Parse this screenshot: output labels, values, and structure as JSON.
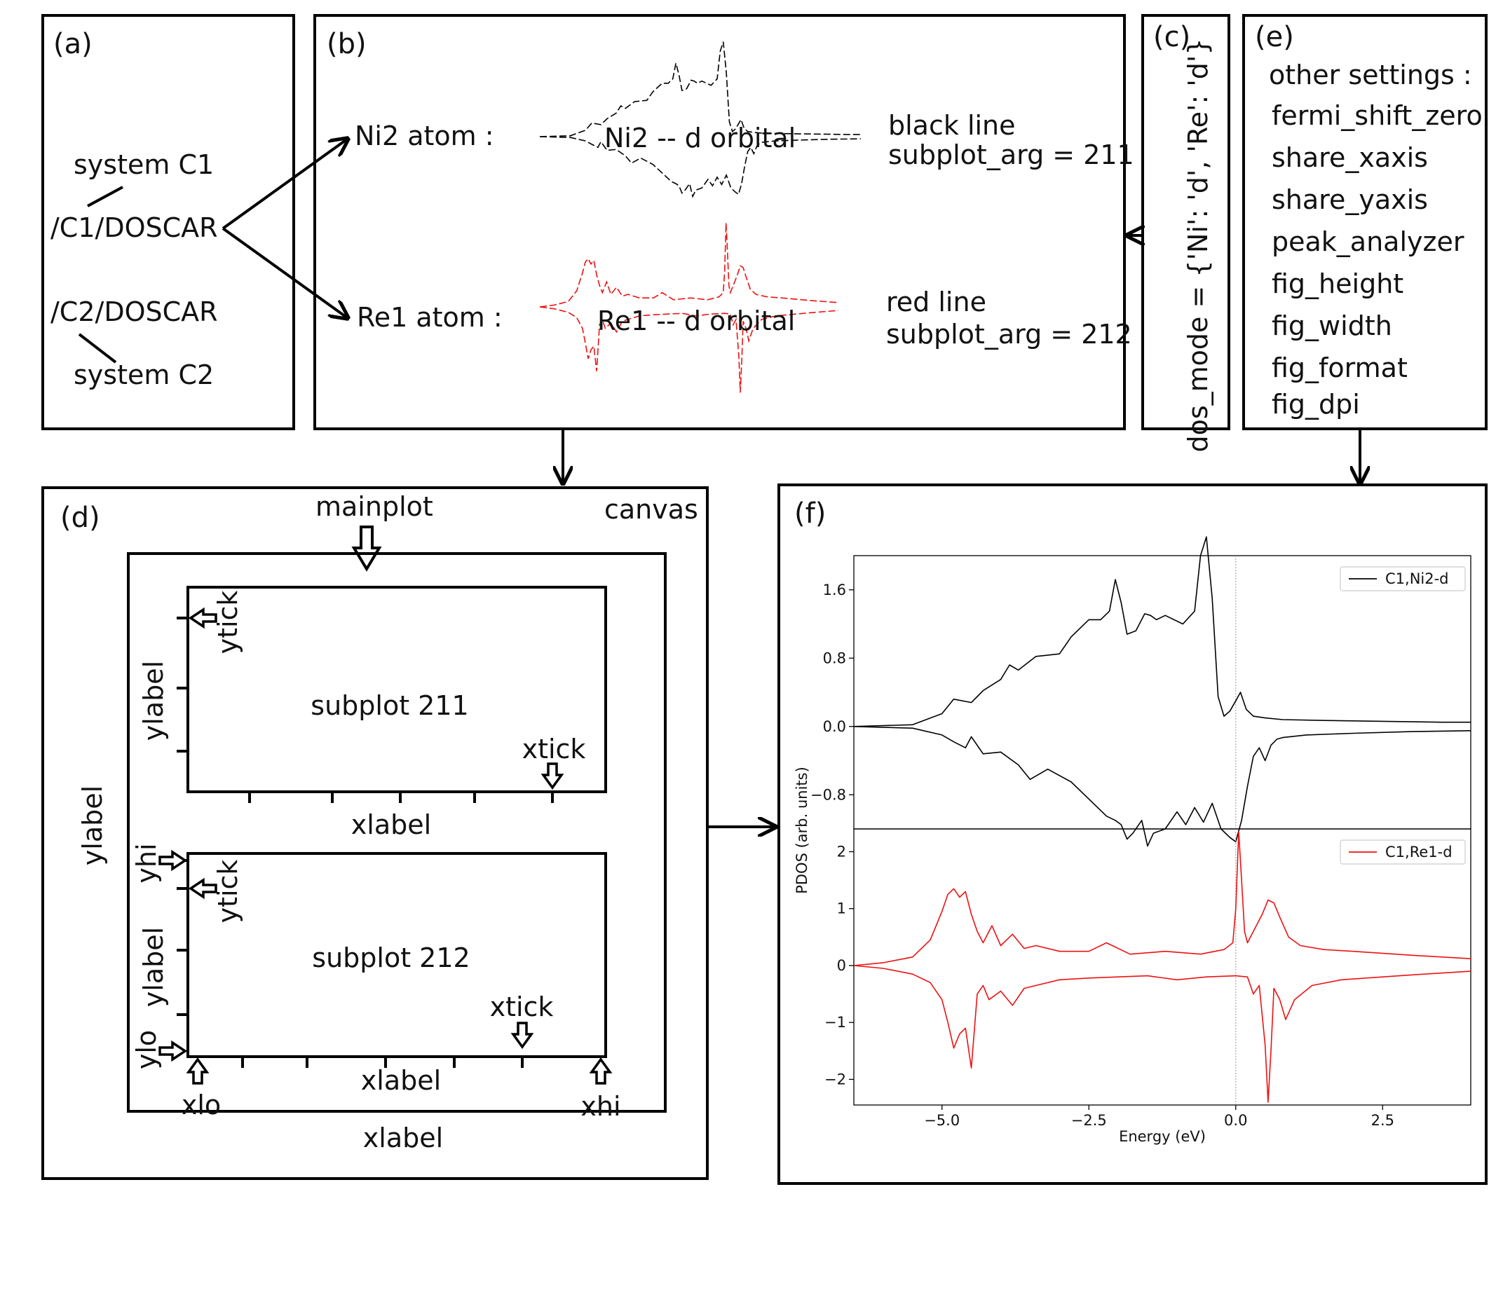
{
  "panels": {
    "a": {
      "label": "(a)",
      "system1": "system C1",
      "path1": "/C1/DOSCAR",
      "path2": "/C2/DOSCAR",
      "system2": "system C2"
    },
    "b": {
      "label": "(b)",
      "atom1": "Ni2 atom :",
      "atom1_orbital": "Ni2 -- d orbital",
      "atom1_line": "black line",
      "atom1_subplot": "subplot_arg  =  211",
      "atom2": "Re1 atom :",
      "atom2_orbital": "Re1 -- d orbital",
      "atom2_line": "red line",
      "atom2_subplot": "subplot_arg  =  212"
    },
    "c": {
      "label": "(c)",
      "dos_mode": "dos_mode = {'Ni': 'd', 'Re': 'd'}"
    },
    "d": {
      "label": "(d)",
      "mainplot": "mainplot",
      "canvas": "canvas",
      "outer_ylabel": "ylabel",
      "outer_xlabel": "xlabel",
      "sub1": {
        "title": "subplot 211",
        "ylabel": "ylabel",
        "ytick": "ytick",
        "xtick": "xtick",
        "xlabel": "xlabel"
      },
      "sub2": {
        "title": "subplot 212",
        "ylabel": "ylabel",
        "ytick": "ytick",
        "xtick": "xtick",
        "xlabel": "xlabel",
        "yhi": "yhi",
        "ylo": "ylo",
        "xlo": "xlo",
        "xhi": "xhi"
      }
    },
    "e": {
      "label": "(e)",
      "heading": "other settings :",
      "items": [
        "fermi_shift_zero",
        "share_xaxis",
        "share_yaxis",
        "peak_analyzer",
        "fig_height",
        "fig_width",
        "fig_format",
        "fig_dpi"
      ]
    },
    "f": {
      "label": "(f)"
    }
  },
  "chart_data": {
    "type": "line",
    "xlabel": "Energy (eV)",
    "ylabel": "PDOS (arb. units)",
    "xlim": [
      -6.5,
      4.0
    ],
    "xticks": [
      "−5.0",
      "−2.5",
      "0.0",
      "2.5"
    ],
    "xtick_values": [
      -5.0,
      -2.5,
      0.0,
      2.5
    ],
    "fermi_line_x": 0.0,
    "subplots": [
      {
        "ylim": [
          -1.2,
          2.0
        ],
        "yticks": [
          "1.6",
          "0.8",
          "0.0",
          "−0.8"
        ],
        "ytick_values": [
          1.6,
          0.8,
          0.0,
          -0.8
        ],
        "color": "#000000",
        "legend": "C1,Ni2-d",
        "legend_loc": "top-right",
        "series_up": {
          "x": [
            -6.5,
            -5.5,
            -5.0,
            -4.8,
            -4.5,
            -4.3,
            -4.0,
            -3.85,
            -3.7,
            -3.4,
            -3.0,
            -2.8,
            -2.5,
            -2.3,
            -2.15,
            -2.05,
            -1.95,
            -1.85,
            -1.7,
            -1.55,
            -1.45,
            -1.35,
            -1.2,
            -0.9,
            -0.7,
            -0.6,
            -0.5,
            -0.4,
            -0.3,
            -0.2,
            -0.1,
            0.0,
            0.08,
            0.18,
            0.3,
            0.5,
            0.8,
            1.5,
            2.5,
            3.5,
            4.0
          ],
          "y": [
            0.0,
            0.02,
            0.15,
            0.32,
            0.28,
            0.42,
            0.55,
            0.72,
            0.66,
            0.82,
            0.85,
            1.05,
            1.25,
            1.25,
            1.35,
            1.72,
            1.45,
            1.08,
            1.12,
            1.32,
            1.3,
            1.25,
            1.3,
            1.2,
            1.35,
            2.0,
            2.22,
            1.5,
            0.35,
            0.12,
            0.18,
            0.3,
            0.4,
            0.2,
            0.12,
            0.1,
            0.08,
            0.07,
            0.06,
            0.05,
            0.05
          ]
        },
        "series_down": {
          "x": [
            -6.5,
            -5.5,
            -5.0,
            -4.8,
            -4.6,
            -4.5,
            -4.3,
            -4.0,
            -3.7,
            -3.5,
            -3.2,
            -2.8,
            -2.5,
            -2.2,
            -2.05,
            -1.95,
            -1.85,
            -1.75,
            -1.6,
            -1.5,
            -1.4,
            -1.2,
            -1.0,
            -0.85,
            -0.7,
            -0.55,
            -0.4,
            -0.25,
            -0.1,
            0.0,
            0.1,
            0.2,
            0.3,
            0.4,
            0.5,
            0.6,
            0.7,
            0.8,
            1.2,
            2.0,
            3.0,
            4.0
          ],
          "y": [
            0.0,
            -0.02,
            -0.1,
            -0.18,
            -0.25,
            -0.12,
            -0.32,
            -0.3,
            -0.45,
            -0.62,
            -0.5,
            -0.65,
            -0.85,
            -1.05,
            -1.1,
            -1.15,
            -1.32,
            -1.25,
            -1.1,
            -1.4,
            -1.25,
            -1.2,
            -1.0,
            -1.15,
            -0.95,
            -1.12,
            -0.9,
            -1.2,
            -1.3,
            -1.35,
            -1.1,
            -0.7,
            -0.35,
            -0.25,
            -0.4,
            -0.22,
            -0.15,
            -0.13,
            -0.1,
            -0.08,
            -0.06,
            -0.05
          ]
        }
      },
      {
        "ylim": [
          -2.45,
          2.4
        ],
        "yticks": [
          "2",
          "1",
          "0",
          "−1",
          "−2"
        ],
        "ytick_values": [
          2,
          1,
          0,
          -1,
          -2
        ],
        "color": "#ee1111",
        "legend": "C1,Re1-d",
        "legend_loc": "top-right",
        "series_up": {
          "x": [
            -6.5,
            -6.0,
            -5.5,
            -5.2,
            -5.0,
            -4.9,
            -4.8,
            -4.7,
            -4.6,
            -4.5,
            -4.4,
            -4.3,
            -4.15,
            -4.0,
            -3.8,
            -3.6,
            -3.4,
            -3.0,
            -2.5,
            -2.2,
            -1.8,
            -1.2,
            -0.6,
            -0.2,
            -0.05,
            0.0,
            0.05,
            0.1,
            0.15,
            0.2,
            0.3,
            0.45,
            0.55,
            0.65,
            0.75,
            0.9,
            1.1,
            1.5,
            2.0,
            3.0,
            4.0
          ],
          "y": [
            0.0,
            0.05,
            0.15,
            0.45,
            0.95,
            1.25,
            1.35,
            1.2,
            1.3,
            0.9,
            0.6,
            0.4,
            0.7,
            0.35,
            0.55,
            0.3,
            0.35,
            0.25,
            0.25,
            0.4,
            0.2,
            0.25,
            0.2,
            0.28,
            0.4,
            1.0,
            2.35,
            1.5,
            0.6,
            0.4,
            0.6,
            0.9,
            1.15,
            1.1,
            0.85,
            0.5,
            0.35,
            0.28,
            0.25,
            0.18,
            0.12
          ]
        },
        "series_down": {
          "x": [
            -6.5,
            -6.0,
            -5.5,
            -5.2,
            -5.0,
            -4.9,
            -4.8,
            -4.7,
            -4.6,
            -4.5,
            -4.4,
            -4.3,
            -4.2,
            -4.0,
            -3.8,
            -3.6,
            -3.4,
            -3.0,
            -2.5,
            -2.0,
            -1.5,
            -1.0,
            -0.5,
            0.0,
            0.2,
            0.3,
            0.4,
            0.5,
            0.55,
            0.6,
            0.65,
            0.75,
            0.85,
            1.0,
            1.3,
            1.8,
            2.5,
            3.2,
            4.0
          ],
          "y": [
            0.0,
            -0.05,
            -0.15,
            -0.3,
            -0.6,
            -1.0,
            -1.45,
            -1.2,
            -1.1,
            -1.8,
            -0.5,
            -0.35,
            -0.6,
            -0.45,
            -0.7,
            -0.4,
            -0.35,
            -0.25,
            -0.22,
            -0.2,
            -0.18,
            -0.25,
            -0.2,
            -0.18,
            -0.2,
            -0.5,
            -0.35,
            -1.4,
            -2.4,
            -1.5,
            -0.4,
            -0.6,
            -0.95,
            -0.6,
            -0.35,
            -0.25,
            -0.2,
            -0.15,
            -0.1
          ]
        }
      }
    ]
  }
}
